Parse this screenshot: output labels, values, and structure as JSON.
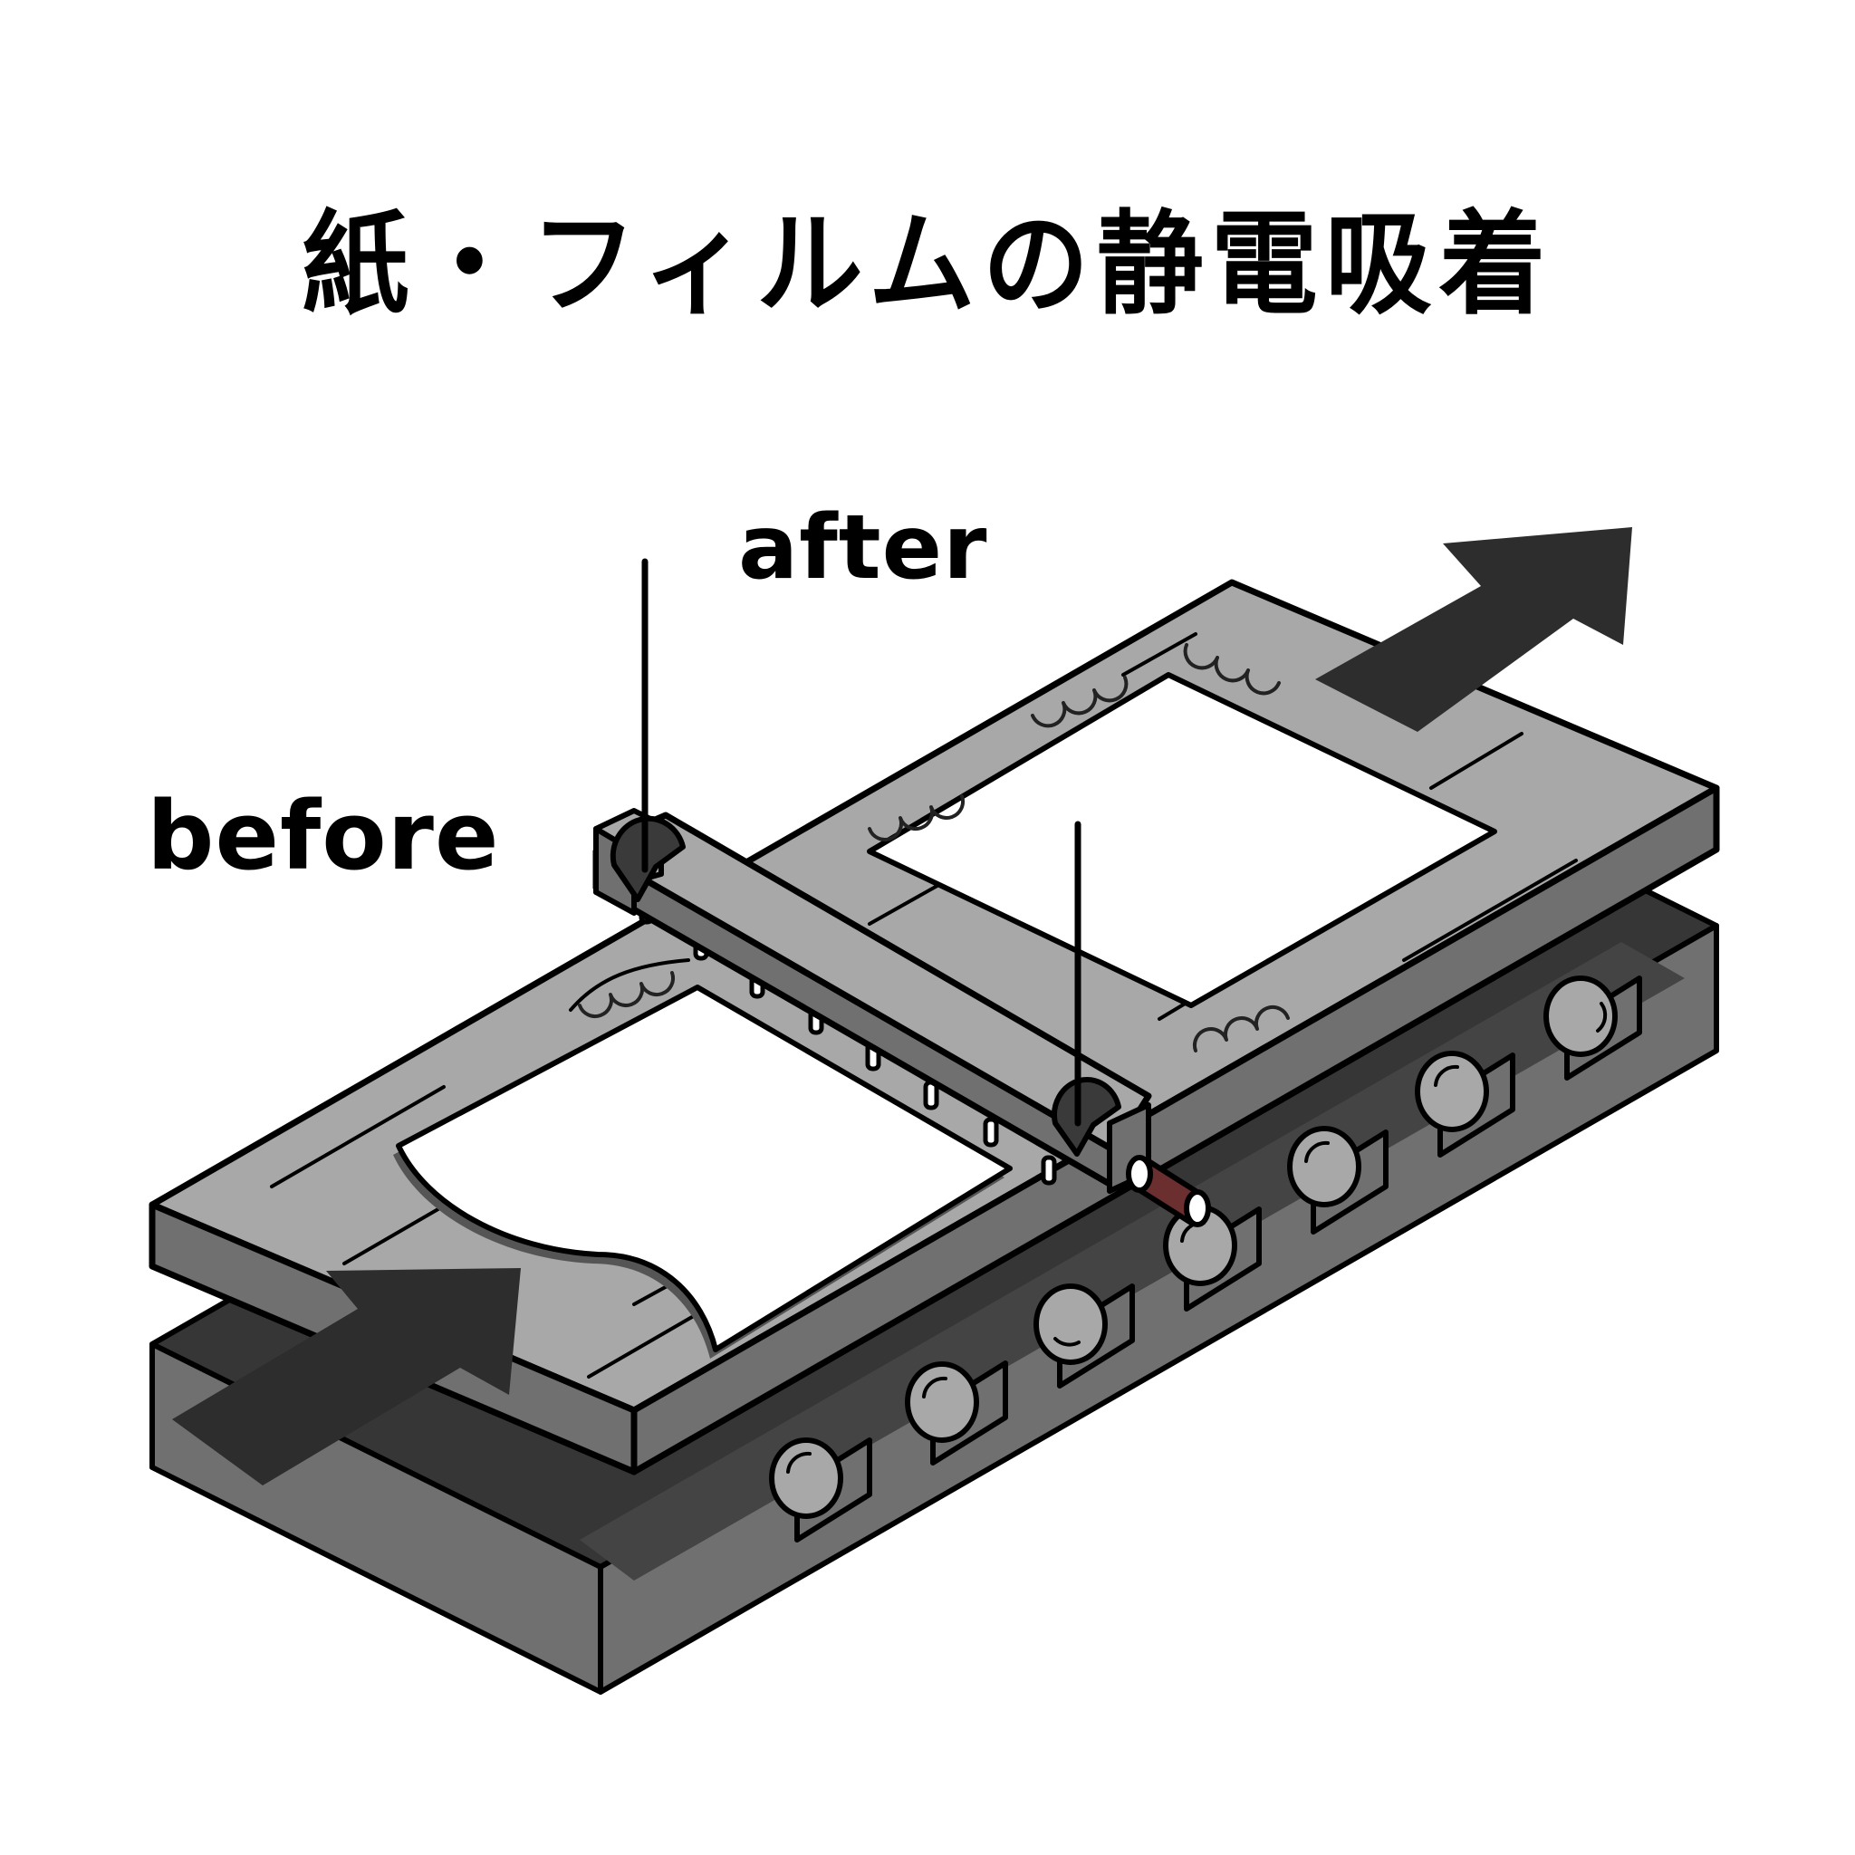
{
  "title": "紙・フィルムの静電吸着",
  "labels": {
    "after": "after",
    "before": "before"
  },
  "illustration": {
    "subject": "conveyor with ionizer bar removing static from paper/film sheets",
    "icons": [
      "input-arrow-icon",
      "output-arrow-icon",
      "ionizer-bar-icon",
      "cable-icon",
      "roller-icon",
      "static-wave-icon"
    ],
    "colors": {
      "top_plate": "#a8a8a8",
      "plate_side": "#707070",
      "bottom_plate": "#363636",
      "arrow": "#2d2d2d",
      "roller": "#a8a8a8",
      "cable": "#6b2f30",
      "sheet": "#ffffff",
      "outline": "#000000"
    }
  }
}
